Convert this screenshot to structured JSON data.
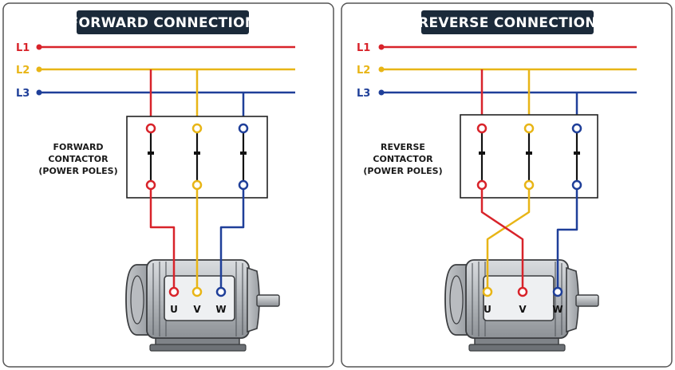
{
  "colors": {
    "l1": "#d8232a",
    "l2": "#e8b516",
    "l3": "#1f3f99",
    "title_bg": "#1b2a3a",
    "panel_border": "#555555"
  },
  "panels": [
    {
      "title": "FORWARD CONNECTION",
      "lines": [
        "L1",
        "L2",
        "L3"
      ],
      "contactor_label": [
        "FORWARD",
        "CONTACTOR",
        "(POWER POLES)"
      ],
      "terminals": [
        "U",
        "V",
        "W"
      ],
      "wiring": "straight"
    },
    {
      "title": "REVERSE CONNECTION",
      "lines": [
        "L1",
        "L2",
        "L3"
      ],
      "contactor_label": [
        "REVERSE",
        "CONTACTOR",
        "(POWER POLES)"
      ],
      "terminals": [
        "U",
        "V",
        "W"
      ],
      "wiring": "swap-L1-L2"
    }
  ]
}
